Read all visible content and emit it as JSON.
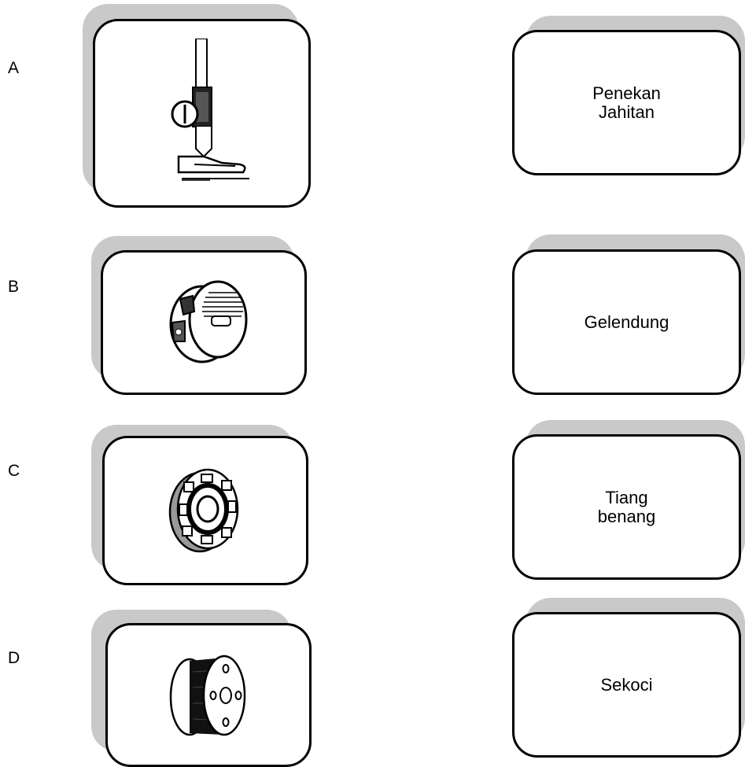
{
  "rows": [
    {
      "letter": "A",
      "image": "presser-foot-icon"
    },
    {
      "letter": "B",
      "image": "bobbin-case-icon"
    },
    {
      "letter": "C",
      "image": "bobbin-icon"
    },
    {
      "letter": "D",
      "image": "thread-spool-icon"
    }
  ],
  "labels": [
    {
      "text": "Penekan\nJahitan"
    },
    {
      "text": "Gelendung"
    },
    {
      "text": "Tiang\nbenang"
    },
    {
      "text": "Sekoci"
    }
  ],
  "colors": {
    "shadow": "#c9c9c9",
    "border": "#000000",
    "background": "#ffffff"
  }
}
